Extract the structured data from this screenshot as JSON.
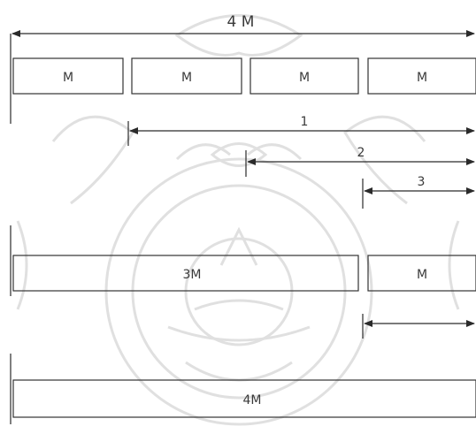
{
  "colors": {
    "line": "#2a2a2a",
    "box_stroke": "#333333",
    "watermark": "#d8d8d8",
    "background": "#ffffff"
  },
  "top_dimension": {
    "label": "4 M"
  },
  "row1": {
    "boxes": [
      "M",
      "M",
      "M",
      "M"
    ]
  },
  "markers": [
    "1",
    "2",
    "3"
  ],
  "row2": {
    "boxes": [
      "3M",
      "M"
    ]
  },
  "row3": {
    "boxes": [
      "4M"
    ]
  },
  "watermark": {
    "icon": "royal-seal-watermark-icon"
  }
}
